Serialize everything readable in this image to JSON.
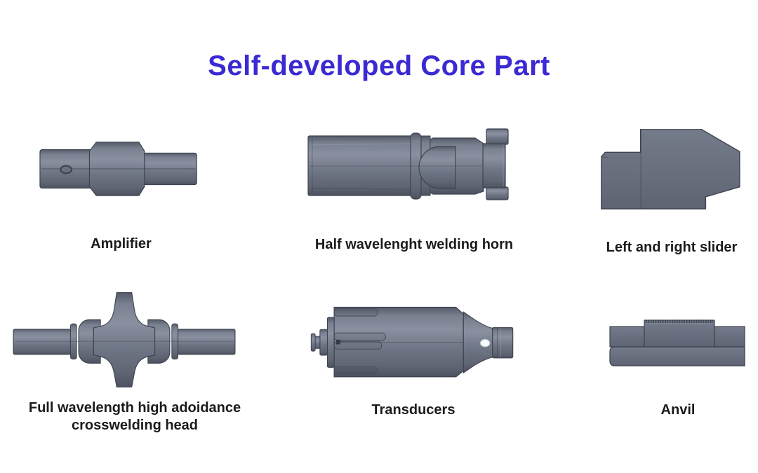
{
  "title": {
    "text": "Self-developed Core Part",
    "color": "#3B2AD3"
  },
  "parts": [
    {
      "id": "amplifier",
      "label": "Amplifier"
    },
    {
      "id": "welding-horn",
      "label": "Half wavelenght welding horn"
    },
    {
      "id": "left-right-slider",
      "label": "Left and right slider"
    },
    {
      "id": "crosswelding-head",
      "label": "Full wavelength high adoidance crosswelding head"
    },
    {
      "id": "transducers",
      "label": "Transducers"
    },
    {
      "id": "anvil",
      "label": "Anvil"
    }
  ],
  "colors": {
    "background": "#FFFFFF",
    "part_fill": "#6E7584",
    "part_highlight": "#8A90A0",
    "part_shadow": "#4C5260",
    "part_edge": "#3F4450",
    "label_text": "#1B1B1B"
  }
}
